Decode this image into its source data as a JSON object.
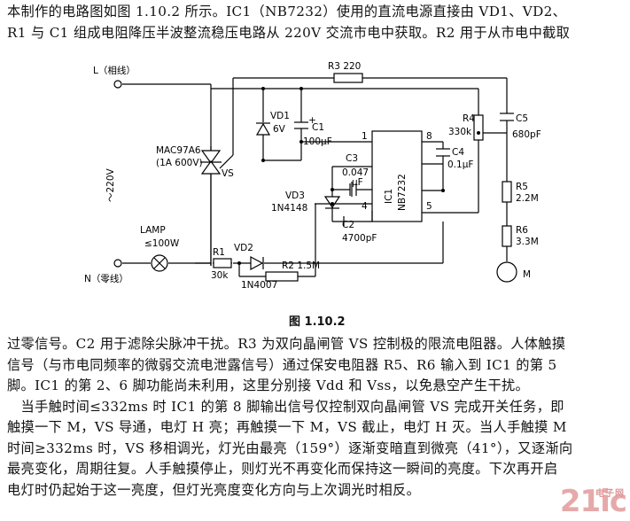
{
  "text": {
    "top_lines": [
      "本制作的电路图如图 1.10.2 所示。IC1（NB7232）使用的直流电源直接由 VD1、VD2、",
      "R1 与 C1 组成电阻降压半波整流稳压电路从 220V 交流市电中获取。R2 用于从市电中截取"
    ],
    "caption": "图 1.10.2",
    "bottom_lines": [
      "过零信号。C2 用于滤除尖脉冲干扰。R3 为双向晶闸管 VS 控制极的限流电阻器。人体触摸",
      "信号（与市电同频率的微弱交流电泄露信号）通过保安电阻器 R5、R6 输入到 IC1 的第 5",
      "脚。IC1 的第 2、6 脚功能尚未利用，这里分别接 Vdd 和 Vss，以免悬空产生干扰。",
      "　当手触时间≤332ms 时 IC1 的第 8 脚输出信号仅控制双向晶闸管 VS 完成开关任务，即",
      "触摸一下 M，VS 导通，电灯 H 亮；再触摸一下 M，VS 截止，电灯 H 灭。当人手触摸 M",
      "时间≥332ms 时，VS 移相调光，灯光由最亮（159°）逐渐变暗直到微亮（41°），又逐渐向",
      "最亮变化，周期往复。人手触摸停止，则灯光不再变化而保持这一瞬间的亮度。下次再开启",
      "电灯时仍起始于这一亮度，但灯光亮度变化方向与上次调光时相反。"
    ]
  },
  "circuit": {
    "L_line": "L（相线）",
    "N_line": "N（零线）",
    "voltage": "～220V",
    "R3": "R3  220",
    "VD1": [
      "VD1",
      "6V"
    ],
    "C1": [
      "C1",
      "100μF"
    ],
    "triac": [
      "MAC97A6",
      "(1A 600V)"
    ],
    "VS": "VS",
    "R4": [
      "R4",
      "330k"
    ],
    "C5": [
      "C5",
      "680pF"
    ],
    "C3": [
      "C3",
      "0.047",
      "μF"
    ],
    "C4": [
      "C4",
      "0.1μF"
    ],
    "IC": [
      "IC1",
      "NB7232"
    ],
    "pins": [
      "1",
      "8",
      "4",
      "5"
    ],
    "VD3": [
      "VD3",
      "1N4148"
    ],
    "C2": [
      "C2",
      "4700pF"
    ],
    "R5": [
      "R5",
      "2.2M"
    ],
    "R6": [
      "R6",
      "3.3M"
    ],
    "M": "M",
    "lamp": [
      "LAMP",
      "≤100W"
    ],
    "R1": [
      "R1",
      "30k"
    ],
    "VD2": [
      "VD2",
      "1N4007"
    ],
    "R2": "R2  1.5M"
  },
  "watermark": {
    "main": "21ic",
    "sub": "电子网"
  }
}
